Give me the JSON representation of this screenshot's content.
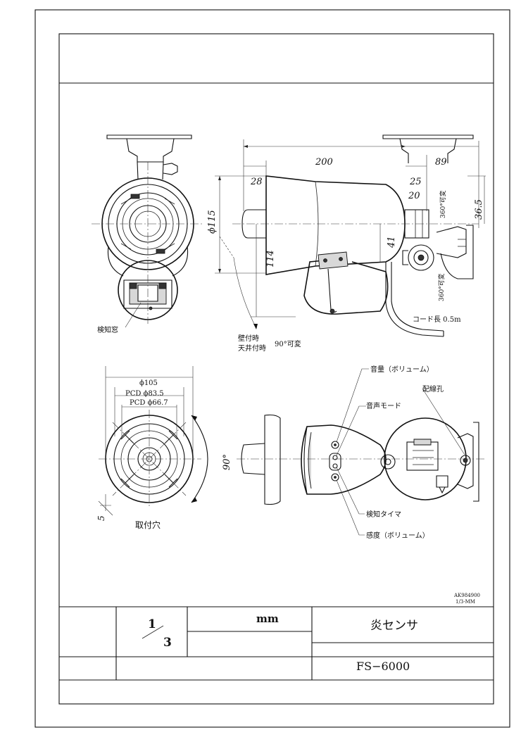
{
  "drawing": {
    "side_view": {
      "dims": {
        "d200": "200",
        "d28": "28",
        "d89": "89",
        "d25": "25",
        "d20": "20",
        "d115": "ϕ115",
        "d114": "114",
        "d41": "41",
        "d36_5": "36.5"
      },
      "rotate_360_a": "360°可変",
      "rotate_360_b": "360°可変",
      "cord": "コード長 0.5m",
      "wall": "壁付時",
      "ceiling": "天井付時",
      "tilt": "90°可変"
    },
    "front_view": {
      "detect_window": "検知窓"
    },
    "bottom_view": {
      "d105": "ϕ105",
      "pcd1": "PCD ϕ83.5",
      "pcd2": "PCD ϕ66.7",
      "angle": "90°",
      "hole": "5",
      "caption": "取付穴"
    },
    "back_view": {
      "volume": "音量（ボリューム）",
      "sound_mode": "音声モード",
      "wiring_hole": "配線孔",
      "timer": "検知タイマ",
      "sensitivity": "感度（ボリューム）"
    },
    "code": "AK984900",
    "scale_note": "1/3-MM"
  },
  "title_block": {
    "scale_num": "1",
    "scale_den": "3",
    "unit": "mm",
    "product_name": "炎センサ",
    "model": "FS−6000"
  }
}
